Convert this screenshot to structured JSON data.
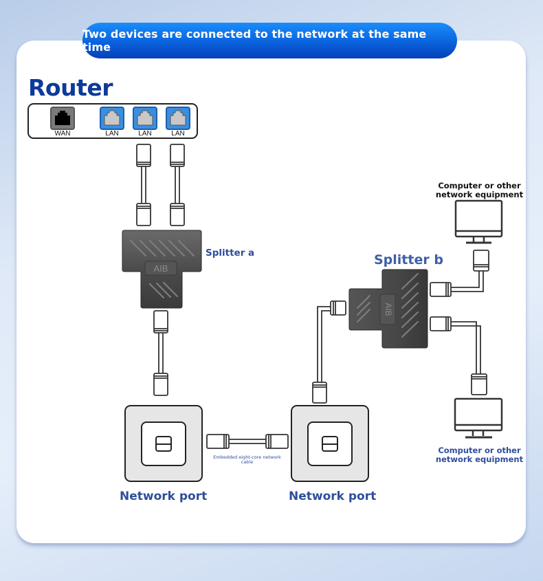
{
  "header": {
    "banner_text": "Two devices are connected to the network at the same time"
  },
  "router": {
    "title": "Router",
    "ports": [
      {
        "label": "WAN",
        "type": "wan",
        "color": "#7a7a7a"
      },
      {
        "label": "LAN",
        "type": "lan",
        "color": "#3b8fe0"
      },
      {
        "label": "LAN",
        "type": "lan",
        "color": "#3b8fe0"
      },
      {
        "label": "LAN",
        "type": "lan",
        "color": "#3b8fe0"
      }
    ]
  },
  "splitters": [
    {
      "label": "Splitter a",
      "marking": "AIB"
    },
    {
      "label": "Splitter b",
      "marking": "AIB"
    }
  ],
  "network_ports": [
    {
      "label": "Network port"
    },
    {
      "label": "Network port"
    }
  ],
  "cable_caption": "Embedded eight-core network cable",
  "devices": [
    {
      "label": "Computer or other network equipment"
    },
    {
      "label": "Computer or other network equipment"
    }
  ],
  "colors": {
    "title_blue": "#0d3a9a",
    "label_blue": "#2f4d9a",
    "banner_top": "#1a8dfa",
    "banner_bottom": "#0341b8",
    "splitter_body": "#4a4a4a",
    "port_plate": "#e6e6e6"
  }
}
